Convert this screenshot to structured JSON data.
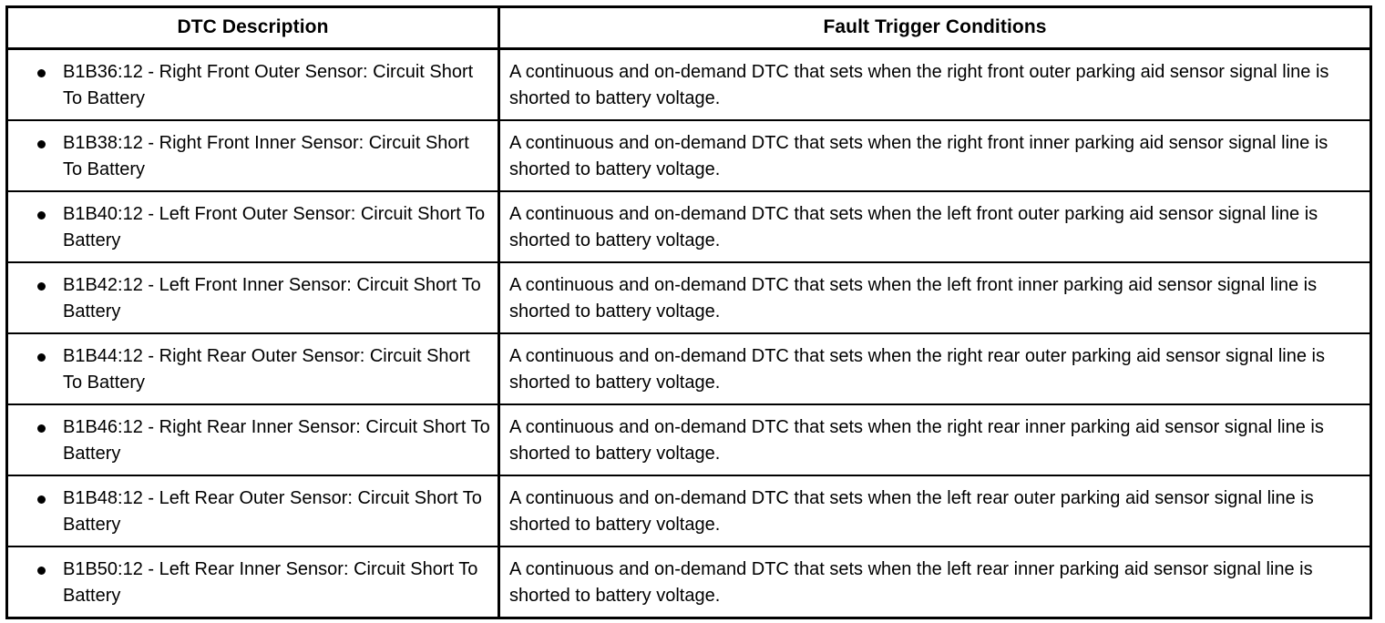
{
  "table": {
    "headers": {
      "description": "DTC Description",
      "conditions": "Fault Trigger Conditions"
    },
    "bullet_icon": "bullet-icon",
    "rows": [
      {
        "description": "B1B36:12 - Right Front Outer Sensor: Circuit Short To Battery",
        "conditions": "A continuous and on-demand DTC that sets when the right front outer parking aid sensor signal line is shorted to battery voltage."
      },
      {
        "description": "B1B38:12 - Right Front Inner Sensor: Circuit Short To Battery",
        "conditions": "A continuous and on-demand DTC that sets when the right front inner parking aid sensor signal line is shorted to battery voltage."
      },
      {
        "description": "B1B40:12 - Left Front Outer Sensor: Circuit Short To Battery",
        "conditions": "A continuous and on-demand DTC that sets when the left front outer parking aid sensor signal line is shorted to battery voltage."
      },
      {
        "description": "B1B42:12 - Left Front Inner Sensor: Circuit Short To Battery",
        "conditions": "A continuous and on-demand DTC that sets when the left front inner parking aid sensor signal line is shorted to battery voltage."
      },
      {
        "description": "B1B44:12 - Right Rear Outer Sensor: Circuit Short To Battery",
        "conditions": "A continuous and on-demand DTC that sets when the right rear outer parking aid sensor signal line is shorted to battery voltage."
      },
      {
        "description": "B1B46:12 - Right Rear Inner Sensor: Circuit Short To Battery",
        "conditions": "A continuous and on-demand DTC that sets when the right rear inner parking aid sensor signal line is shorted to battery voltage."
      },
      {
        "description": "B1B48:12 - Left Rear Outer Sensor: Circuit Short To Battery",
        "conditions": "A continuous and on-demand DTC that sets when the left rear outer parking aid sensor signal line is shorted to battery voltage."
      },
      {
        "description": "B1B50:12 - Left Rear Inner Sensor: Circuit Short To Battery",
        "conditions": "A continuous and on-demand DTC that sets when the left rear inner parking aid sensor signal line is shorted to battery voltage."
      }
    ]
  },
  "colors": {
    "border": "#000000",
    "text": "#000000",
    "background": "#ffffff"
  }
}
